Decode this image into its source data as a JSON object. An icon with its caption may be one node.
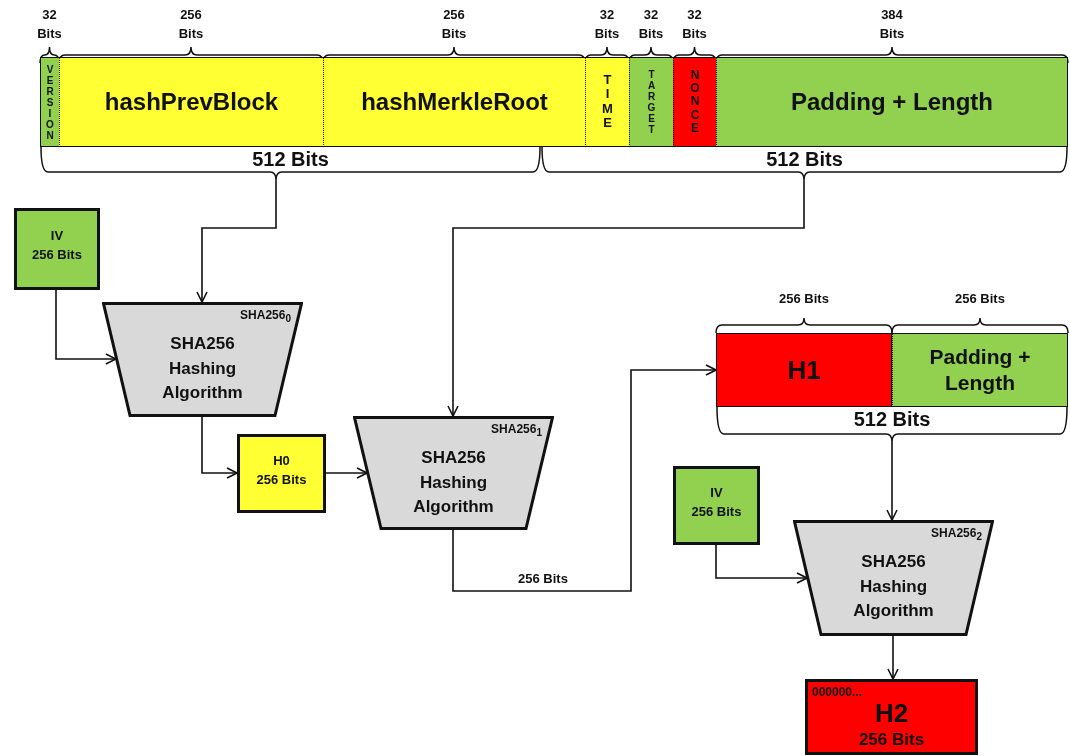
{
  "diagram": {
    "nodes": [
      {
        "text": [
          "VERSION"
        ]
      },
      {
        "text": [
          "hashPrevBlock"
        ]
      },
      {
        "text": [
          "hashMerkleRoot"
        ]
      },
      {
        "text": [
          "TIME"
        ]
      },
      {
        "text": [
          "TARGET"
        ]
      },
      {
        "text": [
          "NONCE"
        ]
      },
      {
        "text": [
          "Padding + Length"
        ]
      },
      {
        "text": [
          "512 Bits"
        ]
      },
      {
        "text": [
          "512 Bits"
        ]
      },
      {
        "text": [
          "IV",
          "256 Bits"
        ]
      },
      {
        "text": [
          "SHA256$_{0}$",
          "SHA256 Hashing Algorithm"
        ]
      },
      {
        "text": [
          "H0",
          "256 Bits"
        ]
      },
      {
        "text": [
          "SHA256$_{1}$",
          "SHA256 Hashing Algorithm"
        ]
      },
      {
        "text": [
          "H1"
        ]
      },
      {
        "text": [
          "Padding + Length"
        ]
      },
      {
        "text": [
          "512 Bits"
        ]
      },
      {
        "text": [
          "IV",
          "256 Bits"
        ]
      },
      {
        "text": [
          "SHA256$_{2}$",
          "SHA256 Hashing Algorithm"
        ]
      },
      {
        "text": [
          "000000...",
          "H2",
          "256 Bits"
        ]
      }
    ],
    "edges": [
      {
        "from": 7,
        "to": 10,
        "arrow": "to"
      },
      {
        "from": 9,
        "to": 10,
        "arrow": "to"
      },
      {
        "from": 10,
        "to": 11,
        "arrow": "to"
      },
      {
        "from": 11,
        "to": 12,
        "arrow": "to"
      },
      {
        "from": 8,
        "to": 12,
        "arrow": "to"
      },
      {
        "from": 12,
        "to": 13,
        "arrow": "to",
        "label": "256 Bits"
      },
      {
        "from": 15,
        "to": 17,
        "arrow": "to"
      },
      {
        "from": 16,
        "to": 17,
        "arrow": "to"
      },
      {
        "from": 17,
        "to": 18,
        "arrow": "to"
      }
    ],
    "labels": [
      "32 Bits",
      "256 Bits",
      "256 Bits",
      "32 Bits",
      "32 Bits",
      "32 Bits",
      "384 Bits",
      "256 Bits",
      "256 Bits"
    ]
  }
}
